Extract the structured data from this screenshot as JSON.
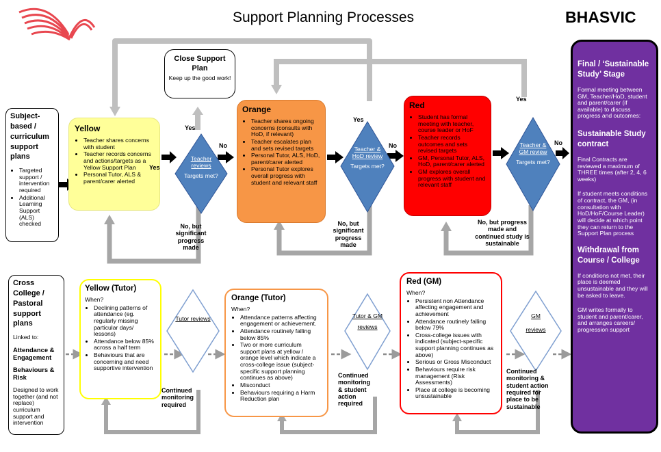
{
  "header": {
    "title": "Support Planning Processes",
    "org": "BHASVIC"
  },
  "subject_plans": {
    "title": "Subject-based / curriculum support plans",
    "items": [
      "Targeted support / intervention required",
      "Additional Learning Support (ALS) checked"
    ]
  },
  "yellow": {
    "title": "Yellow",
    "items": [
      "Teacher shares concerns with student",
      "Teacher records concerns and actions/targets as a Yellow Support Plan",
      "Personal Tutor, ALS & parent/carer alerted"
    ]
  },
  "close": {
    "title": "Close Support Plan",
    "sub": "Keep up the good work!"
  },
  "orange": {
    "title": "Orange",
    "items": [
      "Teacher shares ongoing concerns (consults with HoD, if relevant)",
      "Teacher escalates plan and sets revised targets",
      "Personal Tutor, ALS, HoD, parent/carer alerted",
      "Personal Tutor explores overall progress with student and relevant staff"
    ]
  },
  "red": {
    "title": "Red",
    "items": [
      "Student has formal meeting with teacher, course leader or HoF",
      "Teacher records outcomes and sets revised targets",
      "GM, Personal Tutor, ALS, HoD, parent/carer alerted",
      "GM explores overall progress with student and relevant staff"
    ]
  },
  "diamonds": {
    "d1": {
      "title": "Teacher reviews",
      "q": "Targets met?"
    },
    "d2": {
      "title": "Teacher & HoD review",
      "q": "Targets met?"
    },
    "d3": {
      "title": "Teacher & GM review",
      "q": "Targets met?"
    },
    "d4": {
      "title": "Tutor reviews"
    },
    "d5": {
      "title": "Tutor & GM",
      "sub": "reviews"
    },
    "d6": {
      "title": "GM",
      "sub": "reviews"
    }
  },
  "labels": {
    "yes1": "Yes",
    "yes2": "Yes",
    "yes3": "Yes",
    "yes4": "Yes",
    "no1": "No",
    "no2": "No",
    "no3": "No",
    "nobut1": "No, but significant progress made",
    "nobut2": "No, but significant progress made",
    "nobut3": "No, but progress made and continued study is sustainable",
    "cont1": "Continued monitoring required",
    "cont2": "Continued monitoring & student action required",
    "cont3": "Continued monitoring & student action required for place to be sustainable"
  },
  "final": {
    "title": "Final / ‘Sustainable Study’ Stage",
    "p1": "Formal meeting between GM, Teacher/HoD, student and parent/carer (if available) to discuss progress and outcomes:",
    "h2": "Sustainable Study contract",
    "p2": "Final Contracts are reviewed a maximum of THREE times (after 2, 4, 6 weeks)",
    "p3": "If student meets conditions of contract, the GM, (in consultation with HoD/HoF/Course Leader) will decide at which point they can return to the Support Plan process",
    "h3": "Withdrawal from Course / College",
    "p4": "If conditions not met, their place is deemed unsustainable and they will be asked to leave.",
    "p5": "GM writes formally to student and parent/carer, and arranges careers/ progression support"
  },
  "pastoral": {
    "title": "Cross College / Pastoral support plans",
    "linked": "Linked to:",
    "a1": "Attendance & Engagement",
    "a2": "Behaviours & Risk",
    "designed": "Designed to work together (and not replace) curriculum support and intervention"
  },
  "yellow_tutor": {
    "title": "Yellow (Tutor)",
    "when": "When?",
    "items": [
      "Declining patterns of attendance (eg. regularly missing particular days/ lessons)",
      "Attendance below 85% across a half term",
      "Behaviours that are concerning and need supportive intervention"
    ]
  },
  "orange_tutor": {
    "title": "Orange (Tutor)",
    "when": "When?",
    "items": [
      "Attendance patterns affecting engagement or achievement.",
      "Attendance routinely falling below 85%",
      "Two or more curriculum support plans at yellow / orange level which indicate a cross-college issue (subject-specific support planning continues as above)",
      "Misconduct",
      "Behaviours requiring a Harm Reduction plan"
    ]
  },
  "red_gm": {
    "title": "Red (GM)",
    "when": "When?",
    "items": [
      "Persistent non Attendance affecting engagement and achievement",
      "Attendance routinely falling below 79%",
      "Cross-college issues with indicated (subject-specific support planning continues as above)",
      "Serious or Gross Misconduct",
      "Behaviours require risk management (Risk Assessments)",
      "Place at college is becoming unsustainable"
    ]
  },
  "colors": {
    "yellow": "#ffff99",
    "orange": "#f79646",
    "red": "#ff0000",
    "diamond": "#4f81bd",
    "final": "#7030a0",
    "logo": "#e8474f"
  }
}
